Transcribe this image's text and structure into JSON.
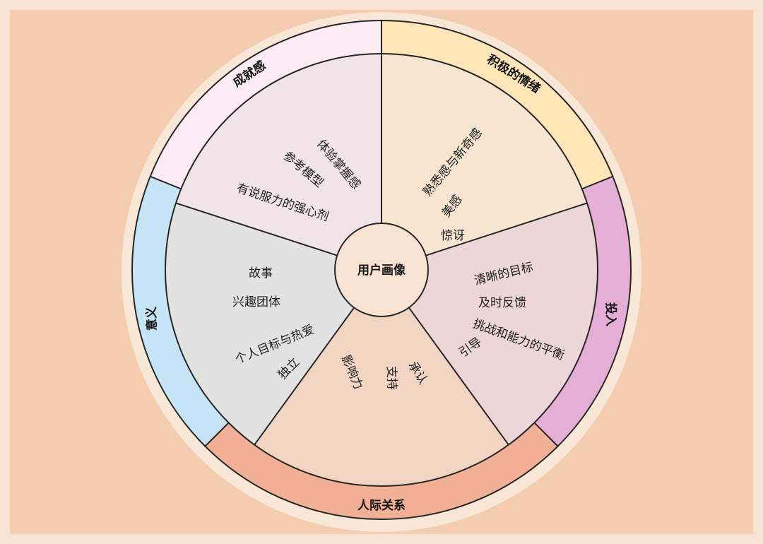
{
  "center_label": "用户画像",
  "colors": {
    "outer_disc": "#f8e6d6",
    "stroke": "#262626",
    "center_fill": "#f8e3d3"
  },
  "segments": [
    {
      "title": "积极的情绪",
      "ring_color": "#fde5b8",
      "fill_color": "#f6e5d0",
      "items": [
        "熟悉感与新奇感",
        "美感",
        "惊讶"
      ]
    },
    {
      "title": "投入",
      "ring_color": "#e4aed7",
      "fill_color": "#ecd6d8",
      "items": [
        "清晰的目标",
        "及时反馈",
        "挑战和能力的平衡",
        "引导"
      ]
    },
    {
      "title": "人际关系",
      "ring_color": "#f1b095",
      "fill_color": "#f1d5c2",
      "items": [
        "承认",
        "支持",
        "影响力"
      ]
    },
    {
      "title": "意义",
      "ring_color": "#c5e5f7",
      "fill_color": "#e2e2e2",
      "items": [
        "故事",
        "兴趣团体",
        "个人目标与热爱",
        "独立"
      ]
    },
    {
      "title": "成就感",
      "ring_color": "#fcebf3",
      "fill_color": "#f1e4e8",
      "items": [
        "体验掌握感",
        "参考模型",
        "有说服力的强心剂"
      ]
    }
  ]
}
